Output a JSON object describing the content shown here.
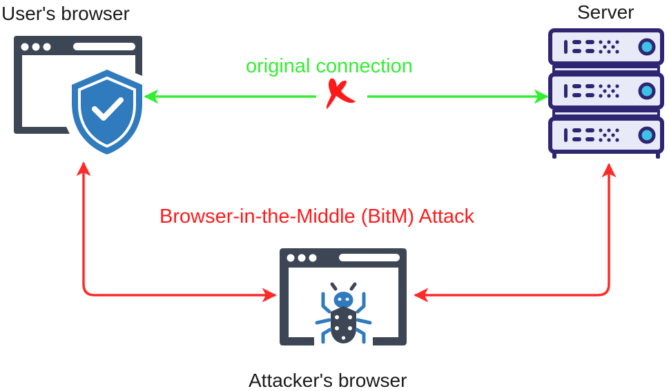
{
  "diagram": {
    "title": "Browser-in-the-Middle (BitM) Attack",
    "nodes": {
      "user_browser": {
        "label": "User's browser",
        "icon": "browser-window-with-shield-check-icon"
      },
      "server": {
        "label": "Server",
        "icon": "server-rack-icon"
      },
      "attacker_browser": {
        "label": "Attacker's browser",
        "icon": "browser-window-with-bug-icon"
      }
    },
    "edges": [
      {
        "from": "user_browser",
        "to": "server",
        "label": "original connection",
        "style": "bidirectional",
        "color": "#33ee33",
        "status": "broken",
        "marker": "red-x-icon"
      },
      {
        "from": "user_browser",
        "to": "attacker_browser",
        "label": "",
        "style": "bidirectional",
        "color": "#ff2a2a"
      },
      {
        "from": "attacker_browser",
        "to": "server",
        "label": "",
        "style": "bidirectional",
        "color": "#ff2a2a"
      }
    ],
    "attack_label": "Browser-in-the-Middle (BitM) Attack",
    "colors": {
      "original_connection": "#33ee33",
      "attack_path": "#ff2a2a",
      "browser_frame": "#3d4654",
      "shield": "#2f7bbd",
      "server_outline": "#2e2672",
      "server_fill": "#e8eaf8",
      "server_led": "#3cc2e6"
    }
  }
}
